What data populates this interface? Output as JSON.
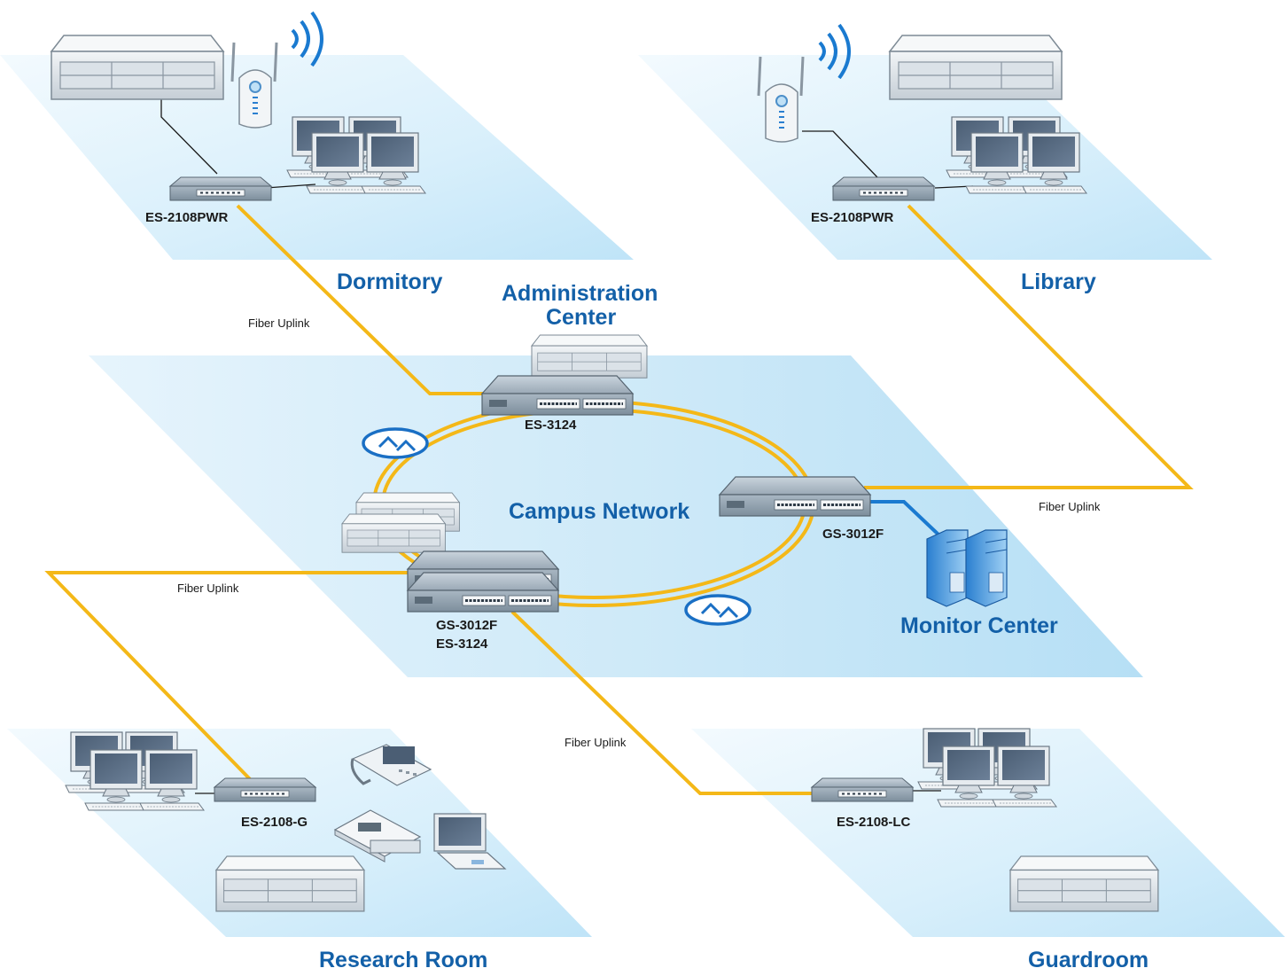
{
  "zones": {
    "dormitory": "Dormitory",
    "library": "Library",
    "admin_line1": "Administration",
    "admin_line2": "Center",
    "campus": "Campus Network",
    "monitor": "Monitor Center",
    "research": "Research Room",
    "guardroom": "Guardroom"
  },
  "devices": {
    "dorm_switch": "ES-2108PWR",
    "library_switch": "ES-2108PWR",
    "admin_switch": "ES-3124",
    "monitor_switch": "GS-3012F",
    "core_switch_line1": "GS-3012F",
    "core_switch_line2": "ES-3124",
    "research_switch": "ES-2108-G",
    "guard_switch": "ES-2108-LC"
  },
  "links": {
    "dorm_uplink": "Fiber Uplink",
    "library_uplink": "Fiber Uplink",
    "research_uplink": "Fiber Uplink",
    "guard_uplink": "Fiber Uplink"
  },
  "colors": {
    "fiber": "#f4b818",
    "zone_label": "#1360a8",
    "floor_light": "#eaf6fd",
    "floor_dark": "#bfe4f8",
    "copper": "#1a1a1a",
    "ethernet_blue": "#1a7ad0"
  }
}
